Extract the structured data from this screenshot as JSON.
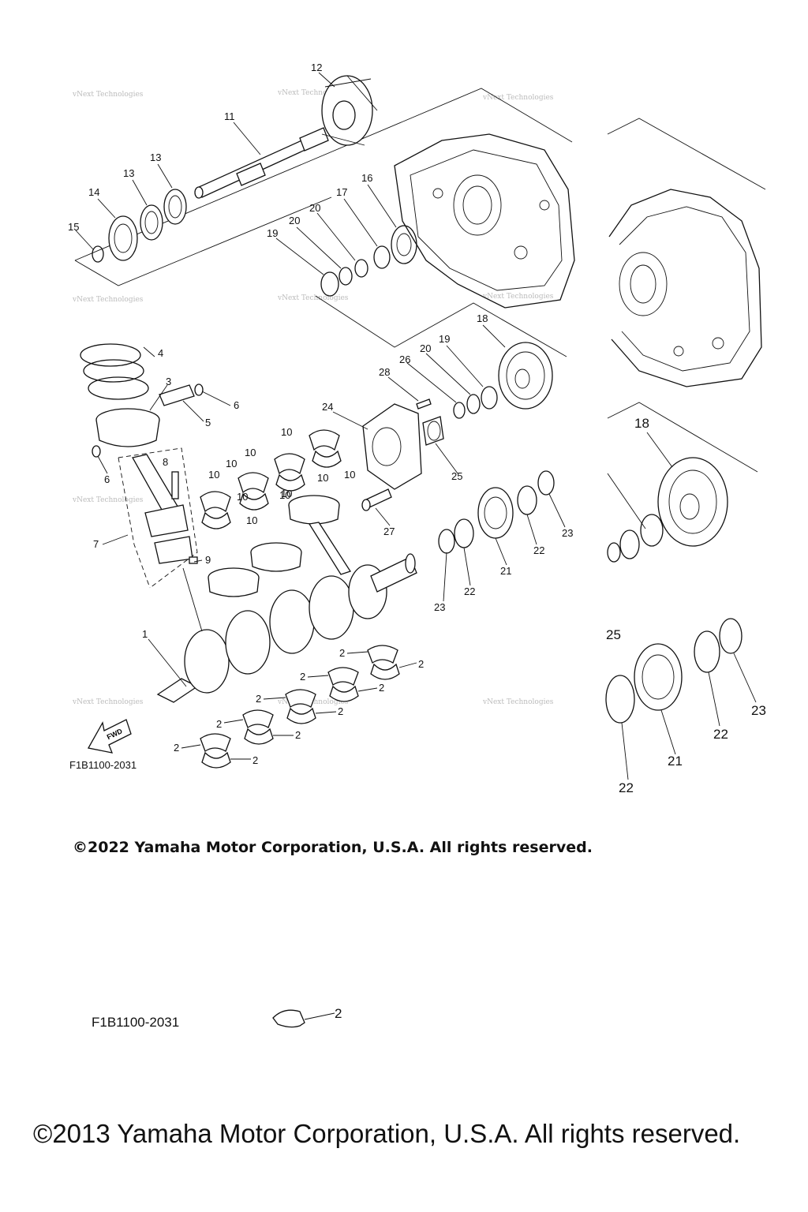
{
  "diagram": {
    "code": "F1B1100-2031",
    "fwd_label": "FWD",
    "watermark": "vNext Technologies",
    "callouts": [
      {
        "id": "c12",
        "label": "12"
      },
      {
        "id": "c11",
        "label": "11"
      },
      {
        "id": "c13a",
        "label": "13"
      },
      {
        "id": "c13b",
        "label": "13"
      },
      {
        "id": "c14",
        "label": "14"
      },
      {
        "id": "c15",
        "label": "15"
      },
      {
        "id": "c16",
        "label": "16"
      },
      {
        "id": "c17",
        "label": "17"
      },
      {
        "id": "c20a",
        "label": "20"
      },
      {
        "id": "c20b",
        "label": "20"
      },
      {
        "id": "c19a",
        "label": "19"
      },
      {
        "id": "c18a",
        "label": "18"
      },
      {
        "id": "c19b",
        "label": "19"
      },
      {
        "id": "c20c",
        "label": "20"
      },
      {
        "id": "c26",
        "label": "26"
      },
      {
        "id": "c28",
        "label": "28"
      },
      {
        "id": "c24",
        "label": "24"
      },
      {
        "id": "c25a",
        "label": "25"
      },
      {
        "id": "c27",
        "label": "27"
      },
      {
        "id": "c4",
        "label": "4"
      },
      {
        "id": "c3",
        "label": "3"
      },
      {
        "id": "c6a",
        "label": "6"
      },
      {
        "id": "c5",
        "label": "5"
      },
      {
        "id": "c6b",
        "label": "6"
      },
      {
        "id": "c8",
        "label": "8"
      },
      {
        "id": "c7",
        "label": "7"
      },
      {
        "id": "c9",
        "label": "9"
      },
      {
        "id": "c10a",
        "label": "10"
      },
      {
        "id": "c10b",
        "label": "10"
      },
      {
        "id": "c10c",
        "label": "10"
      },
      {
        "id": "c10d",
        "label": "10"
      },
      {
        "id": "c10e",
        "label": "10"
      },
      {
        "id": "c10f",
        "label": "10"
      },
      {
        "id": "c10g",
        "label": "10"
      },
      {
        "id": "c10h",
        "label": "10"
      },
      {
        "id": "c10i",
        "label": "10"
      },
      {
        "id": "c10j",
        "label": "10"
      },
      {
        "id": "c21a",
        "label": "21"
      },
      {
        "id": "c22a",
        "label": "22"
      },
      {
        "id": "c22b",
        "label": "22"
      },
      {
        "id": "c23a",
        "label": "23"
      },
      {
        "id": "c23b",
        "label": "23"
      },
      {
        "id": "c1",
        "label": "1"
      },
      {
        "id": "c2a",
        "label": "2"
      },
      {
        "id": "c2b",
        "label": "2"
      },
      {
        "id": "c2c",
        "label": "2"
      },
      {
        "id": "c2d",
        "label": "2"
      },
      {
        "id": "c2e",
        "label": "2"
      },
      {
        "id": "c2f",
        "label": "2"
      },
      {
        "id": "c2g",
        "label": "2"
      },
      {
        "id": "c2h",
        "label": "2"
      },
      {
        "id": "c2i",
        "label": "2"
      },
      {
        "id": "c2j",
        "label": "2"
      },
      {
        "id": "c2k",
        "label": "2"
      },
      {
        "id": "c2l",
        "label": "2"
      },
      {
        "id": "c18b",
        "label": "18"
      },
      {
        "id": "c25b",
        "label": "25"
      },
      {
        "id": "c21b",
        "label": "21"
      },
      {
        "id": "c22c",
        "label": "22"
      },
      {
        "id": "c22d",
        "label": "22"
      },
      {
        "id": "c23c",
        "label": "23"
      },
      {
        "id": "c2m",
        "label": "2"
      }
    ]
  },
  "footer": {
    "copyright_2022": "©2022 Yamaha Motor Corporation, U.S.A. All rights reserved.",
    "code_lower": "F1B1100-2031",
    "copyright_2013": "©2013 Yamaha Motor Corporation, U.S.A. All rights reserved."
  }
}
